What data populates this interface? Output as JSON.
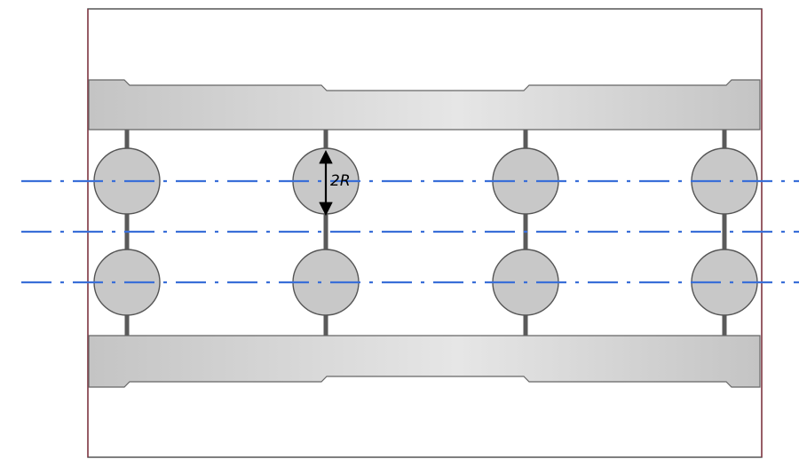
{
  "diagram": {
    "annotation": {
      "label": "2R"
    },
    "colors": {
      "background": "#ffffff",
      "frame_stroke": "#555555",
      "frame_edge_red": "#8b2b3a",
      "bar_fill": "#c4c4c4",
      "bar_fill_light": "#e6e6e6",
      "bar_stroke": "#666666",
      "ball_fill": "#c8c8c8",
      "ball_stroke": "#555555",
      "stem_stroke": "#5a5a5a",
      "centerline": "#3a6fd8",
      "dimension_arrow": "#000000"
    },
    "structure": {
      "columns": 4,
      "balls_per_column": 2,
      "centerlines": 3,
      "centerline_style": "dash-dot"
    }
  }
}
